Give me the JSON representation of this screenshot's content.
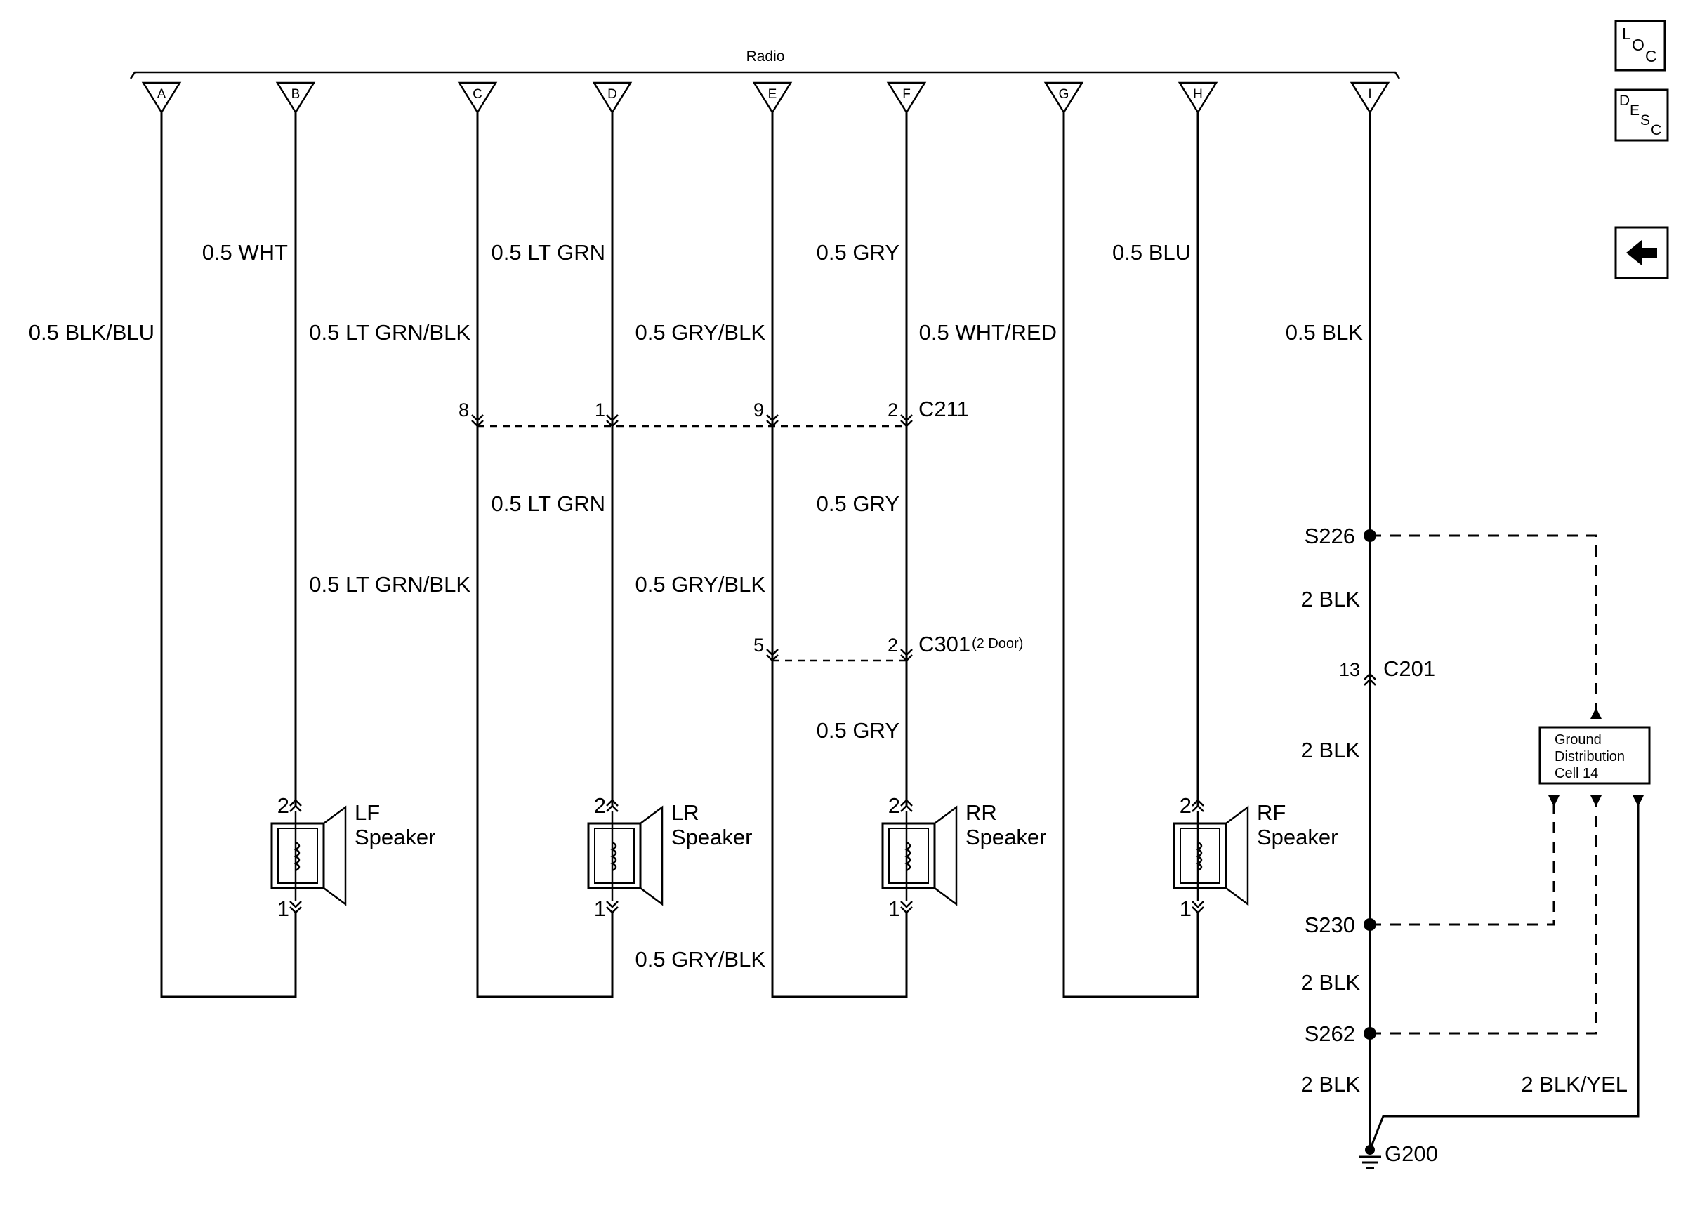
{
  "component": {
    "title": "Radio"
  },
  "pins": [
    {
      "letter": "A",
      "wire_top": "",
      "wire_mid": "0.5 BLK/BLU"
    },
    {
      "letter": "B",
      "wire_top": "0.5 WHT",
      "wire_mid": ""
    },
    {
      "letter": "C",
      "wire_top": "",
      "wire_mid": "0.5 LT GRN/BLK"
    },
    {
      "letter": "D",
      "wire_top": "0.5 LT GRN",
      "wire_mid": ""
    },
    {
      "letter": "E",
      "wire_top": "",
      "wire_mid": "0.5 GRY/BLK"
    },
    {
      "letter": "F",
      "wire_top": "0.5 GRY",
      "wire_mid": ""
    },
    {
      "letter": "G",
      "wire_top": "",
      "wire_mid": "0.5 WHT/RED"
    },
    {
      "letter": "H",
      "wire_top": "0.5 BLU",
      "wire_mid": ""
    },
    {
      "letter": "I",
      "wire_top": "",
      "wire_mid": "0.5 BLK"
    }
  ],
  "connectors": {
    "c211": {
      "name": "C211",
      "pins": [
        "8",
        "1",
        "9",
        "2"
      ]
    },
    "c301": {
      "name": "C301",
      "note": "(2 Door)",
      "pins": [
        "5",
        "2"
      ]
    },
    "c201": {
      "name": "C201",
      "pin": "13"
    }
  },
  "wires_between": {
    "lt_grn": "0.5 LT GRN",
    "lt_grn_blk": "0.5 LT GRN/BLK",
    "gry_1": "0.5 GRY",
    "gry_blk_1": "0.5 GRY/BLK",
    "gry_2": "0.5 GRY",
    "gry_blk_bottom": "0.5 GRY/BLK"
  },
  "speakers": [
    {
      "name_line1": "LF",
      "name_line2": "Speaker",
      "pin_top": "2",
      "pin_bottom": "1"
    },
    {
      "name_line1": "LR",
      "name_line2": "Speaker",
      "pin_top": "2",
      "pin_bottom": "1"
    },
    {
      "name_line1": "RR",
      "name_line2": "Speaker",
      "pin_top": "2",
      "pin_bottom": "1"
    },
    {
      "name_line1": "RF",
      "name_line2": "Speaker",
      "pin_top": "2",
      "pin_bottom": "1"
    }
  ],
  "ground": {
    "splices": [
      "S226",
      "S230",
      "S262"
    ],
    "wire_labels": [
      "2 BLK",
      "2 BLK",
      "2 BLK",
      "2 BLK"
    ],
    "ground_point": "G200",
    "extra_wire": "2 BLK/YEL",
    "cell_box": [
      "Ground",
      "Distribution",
      "Cell 14"
    ]
  },
  "nav": {
    "loc": {
      "l": "L",
      "o": "O",
      "c": "C"
    },
    "desc": {
      "d": "D",
      "e": "E",
      "s": "S",
      "c": "C"
    },
    "back_icon": "left-arrow-icon"
  }
}
